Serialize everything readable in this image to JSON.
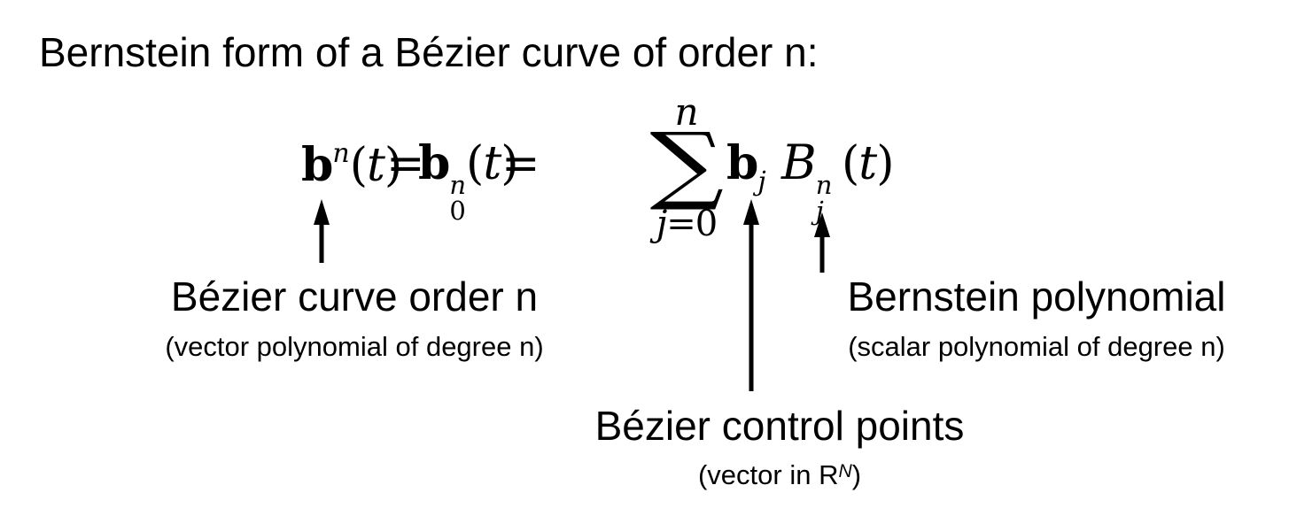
{
  "colors": {
    "text": "#000000",
    "background": "#ffffff"
  },
  "title": {
    "text": "Bernstein form of a Bézier curve of order n:"
  },
  "formula": {
    "b1": {
      "base": "b",
      "sup": "n",
      "open": "(",
      "var": "t",
      "close": ")"
    },
    "eq1": "=",
    "b2": {
      "base": "b",
      "sup": "n",
      "sub": "0",
      "open": "(",
      "var": "t",
      "close": ")"
    },
    "eq2": "=",
    "sum": {
      "upper": "n",
      "symbol": "∑",
      "lower_var": "j",
      "lower_eq": "=",
      "lower_num": "0"
    },
    "b3": {
      "base": "b",
      "sub": "j"
    },
    "B": {
      "base": "B",
      "sup": "n",
      "sub": "j"
    },
    "t": {
      "open": "(",
      "var": "t",
      "close": ")"
    }
  },
  "annotations": {
    "order": {
      "label": "Bézier curve order n",
      "sublabel": "(vector polynomial of degree n)"
    },
    "control_points": {
      "label": "Bézier control points",
      "sublabel_prefix": "(vector in R",
      "sublabel_sup": "N",
      "sublabel_suffix": ")"
    },
    "bernstein": {
      "label": "Bernstein polynomial",
      "sublabel": "(scalar polynomial of degree n)"
    }
  }
}
